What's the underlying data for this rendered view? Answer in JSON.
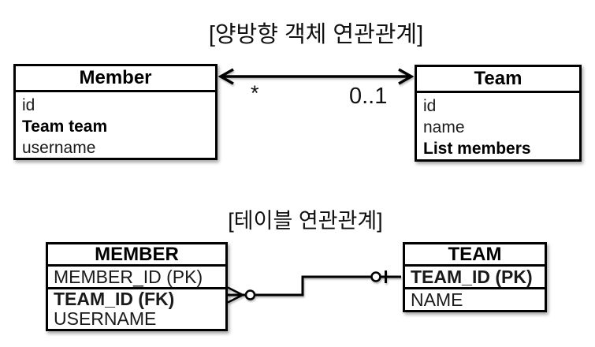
{
  "page": {
    "background_color": "#ffffff",
    "line_color": "#000000"
  },
  "object_diagram": {
    "title": "[양방향 객체 연관관계]",
    "member_class": {
      "name": "Member",
      "fields": [
        "id",
        "Team team",
        "username"
      ]
    },
    "team_class": {
      "name": "Team",
      "fields": [
        "id",
        "name",
        "List members"
      ]
    },
    "association": {
      "style": "double-headed-arrow",
      "member_side_multiplicity": "*",
      "team_side_multiplicity": "0..1"
    }
  },
  "table_diagram": {
    "title": "[테이블 연관관계]",
    "member_table": {
      "name": "MEMBER",
      "columns": [
        "MEMBER_ID (PK)",
        "TEAM_ID (FK)",
        "USERNAME"
      ]
    },
    "team_table": {
      "name": "TEAM",
      "columns": [
        "TEAM_ID (PK)",
        "NAME"
      ]
    },
    "relationship": {
      "member_end_notation": "zero-or-many-crows-foot",
      "team_end_notation": "zero-or-one-circle-bar"
    }
  }
}
